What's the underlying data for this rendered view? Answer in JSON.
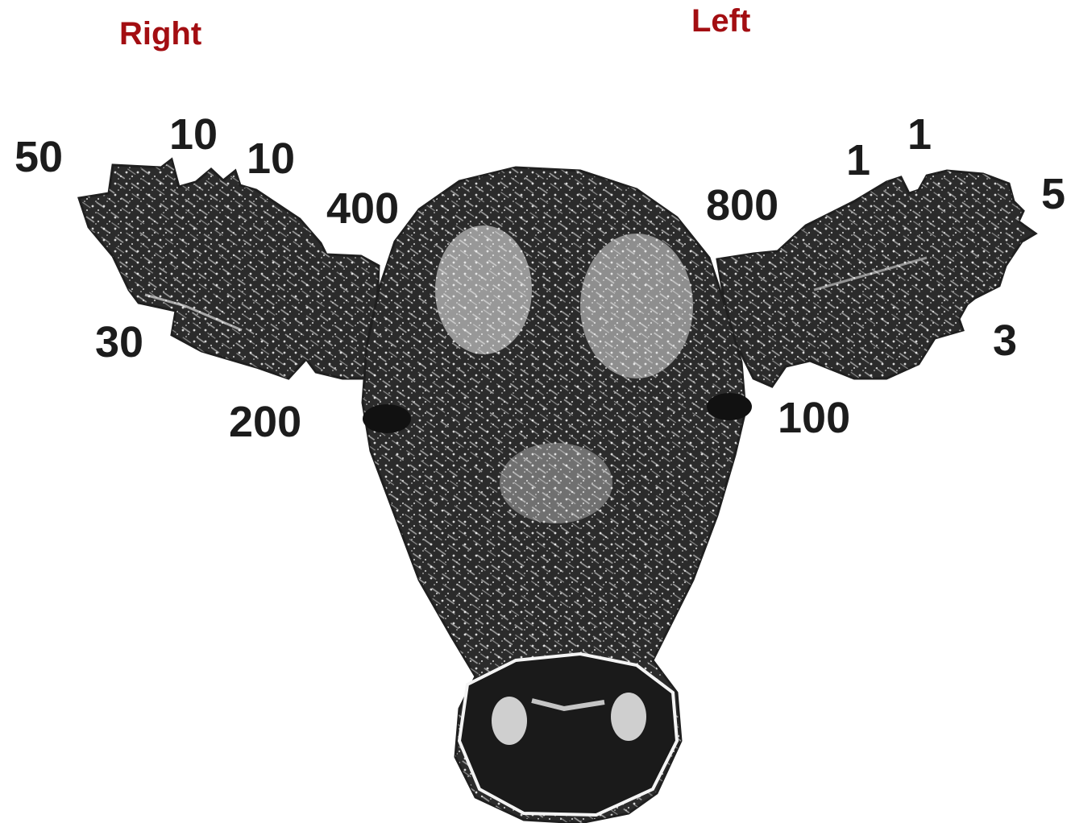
{
  "labels": {
    "right": "Right",
    "left": "Left"
  },
  "notches": {
    "right_top_outer": "50",
    "right_top_middle": "10",
    "right_top_inner": "10",
    "right_bottom": "30",
    "right_tip": "400",
    "right_lower": "200",
    "left_top_inner": "1",
    "left_top_outer": "1",
    "left_tip_outer": "5",
    "left_bottom": "3",
    "left_tip": "800",
    "left_lower": "100"
  },
  "colors": {
    "label": "#a30e12",
    "ink": "#2b2b2b",
    "paper": "#ffffff"
  }
}
